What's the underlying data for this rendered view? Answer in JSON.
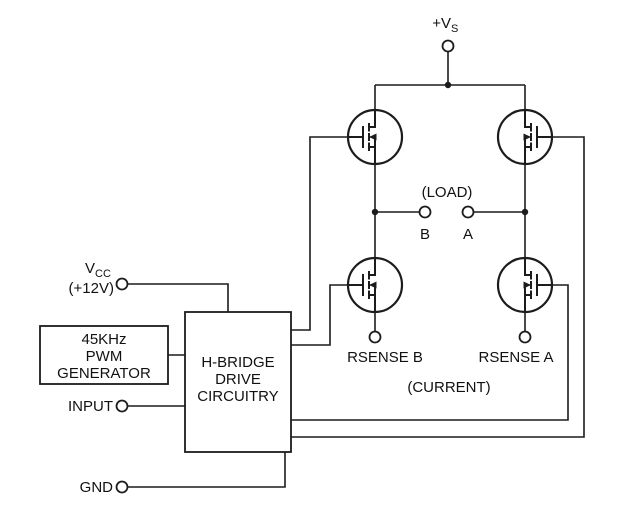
{
  "colors": {
    "line": "#1c1c1c",
    "background": "#ffffff"
  },
  "labels": {
    "supply_prefix": "+V",
    "supply_sub": "S",
    "load": "(LOAD)",
    "terminal_b": "B",
    "terminal_a": "A",
    "vcc_prefix": "V",
    "vcc_sub": "CC",
    "vcc_value": "(+12V)",
    "input": "INPUT",
    "gnd": "GND",
    "rsense_b": "RSENSE B",
    "rsense_a": "RSENSE A",
    "current": "(CURRENT)"
  },
  "blocks": {
    "pwm": {
      "lines": [
        "45KHz",
        "PWM",
        "GENERATOR"
      ]
    },
    "hbridge": {
      "lines": [
        "H-BRIDGE",
        "DRIVE",
        "CIRCUITRY"
      ]
    }
  }
}
